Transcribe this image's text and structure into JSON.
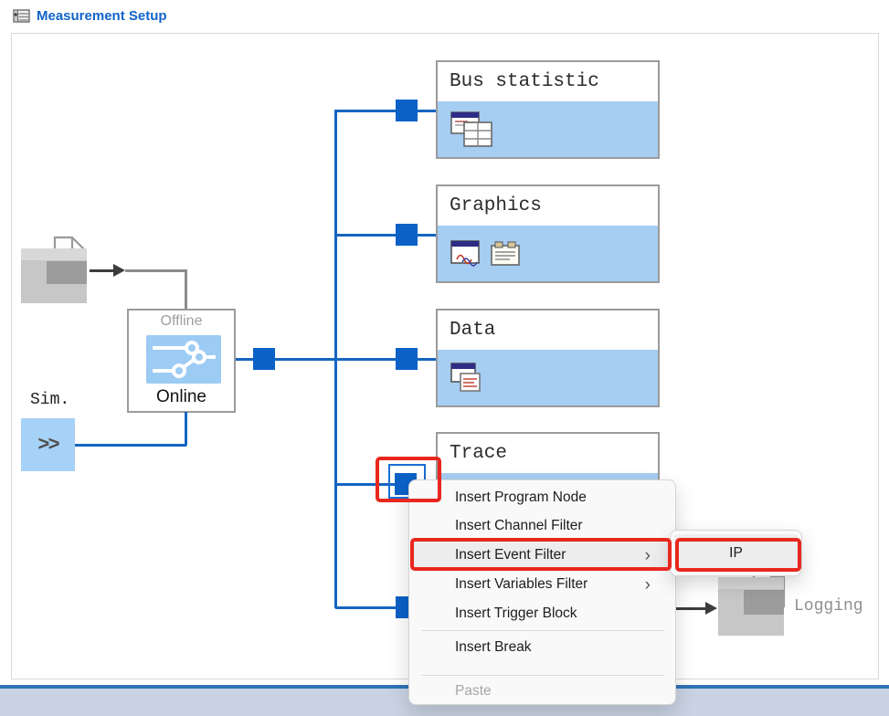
{
  "window": {
    "title": "Measurement Setup"
  },
  "diagram": {
    "sim": {
      "label": "Sim.",
      "glyph": ">>"
    },
    "switch": {
      "offline_label": "Offline",
      "online_label": "Online"
    },
    "blocks": [
      {
        "title": "Bus statistic"
      },
      {
        "title": "Graphics"
      },
      {
        "title": "Data"
      },
      {
        "title": "Trace"
      }
    ],
    "logging": {
      "label": "Logging"
    },
    "icon_names": [
      "source-file-icon",
      "bus-statistic-icon",
      "graphics-window-icon",
      "legend-pad-icon",
      "data-window-icon",
      "switch-icon",
      "logging-file-icon"
    ]
  },
  "context_menu": {
    "items": [
      {
        "label": "Insert Program Node"
      },
      {
        "label": "Insert Channel Filter"
      },
      {
        "label": "Insert Event Filter"
      },
      {
        "label": "Insert Variables Filter"
      },
      {
        "label": "Insert Trigger Block"
      },
      {
        "label": "Insert Break"
      },
      {
        "label": "Paste"
      }
    ],
    "chevron": "›",
    "submenu": {
      "items": [
        {
          "label": "IP"
        }
      ]
    }
  },
  "colors": {
    "accent_blue_line": "#1565C0",
    "node_blue": "#0B61C6",
    "block_fill": "#A6CDF2",
    "title_blue": "#1263C8",
    "annotation_red": "#E8271E",
    "statusbar_fill": "#C9D3E3",
    "menu_bg": "#F9F9F9"
  }
}
